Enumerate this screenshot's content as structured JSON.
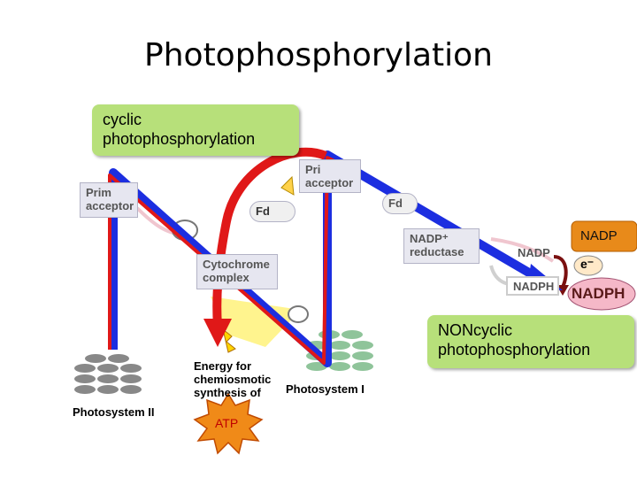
{
  "title": "Photophosphorylation",
  "callouts": {
    "cyclic": [
      "cyclic",
      "photophosphorylation"
    ],
    "noncyclic": [
      "NONcyclic",
      "photophosphorylation"
    ]
  },
  "labels": {
    "primary_acceptor_left": [
      "Prim",
      "acceptor"
    ],
    "primary_acceptor_top": [
      "Pri",
      "acceptor"
    ],
    "fd_center": "Fd",
    "fd_right": "Fd",
    "nadp_reductase": [
      "NADP⁺",
      "reductase"
    ],
    "nadp_plus": "NADP",
    "nadph_small": "NADPH",
    "cytochrome": [
      "Cytochrome",
      "complex"
    ],
    "energy": [
      "Energy for",
      "chemiosmotic",
      "synthesis of"
    ],
    "photosystem_ii": "Photosystem II",
    "photosystem_i": "Photosystem I",
    "atp": "ATP",
    "nadp_badge": "NADP",
    "electron": "e⁻",
    "nadph_big": "NADPH"
  },
  "colors": {
    "blue_arrow": "#1c2ee0",
    "red_arrow": "#e01818",
    "callout": "#b7e07a",
    "atp": "#f08a18"
  }
}
